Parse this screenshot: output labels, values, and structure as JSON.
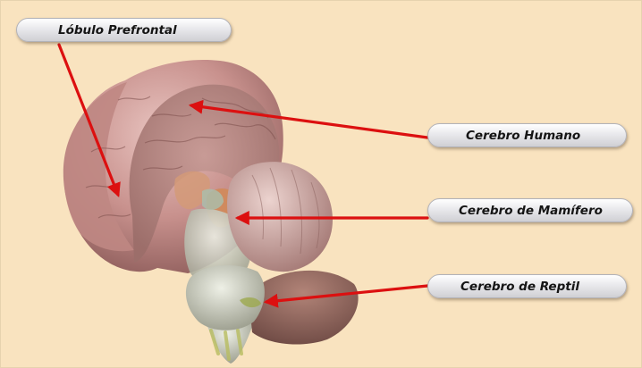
{
  "labels": {
    "prefrontal": "Lóbulo Prefrontal",
    "humano": "Cerebro Humano",
    "mamifero": "Cerebro de Mamífero",
    "reptil": "Cerebro de Reptil"
  },
  "colors": {
    "background": "#f9e3bf",
    "arrow": "#dc1010",
    "cortex": "#c7908c",
    "limbic": "#d9b3ad",
    "brainstem": "#c9cbbd"
  }
}
